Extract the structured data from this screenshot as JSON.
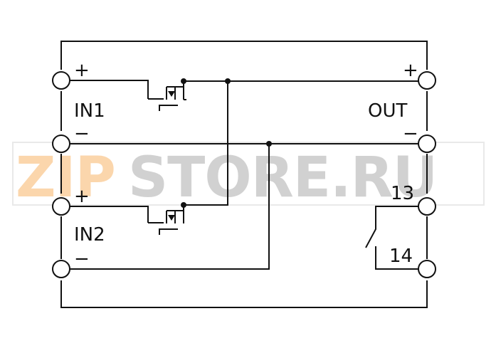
{
  "labels": {
    "in1_plus": "+",
    "in1": "IN1",
    "in1_minus": "−",
    "in2_plus": "+",
    "in2": "IN2",
    "in2_minus": "−",
    "out_plus": "+",
    "out": "OUT",
    "out_minus": "−",
    "contact_13": "13",
    "contact_14": "14"
  },
  "watermark": {
    "part1": "ZIP",
    "part2": "STORE.RU",
    "part1_color": "#f7a54a",
    "part2_color": "#9a9a9a"
  }
}
